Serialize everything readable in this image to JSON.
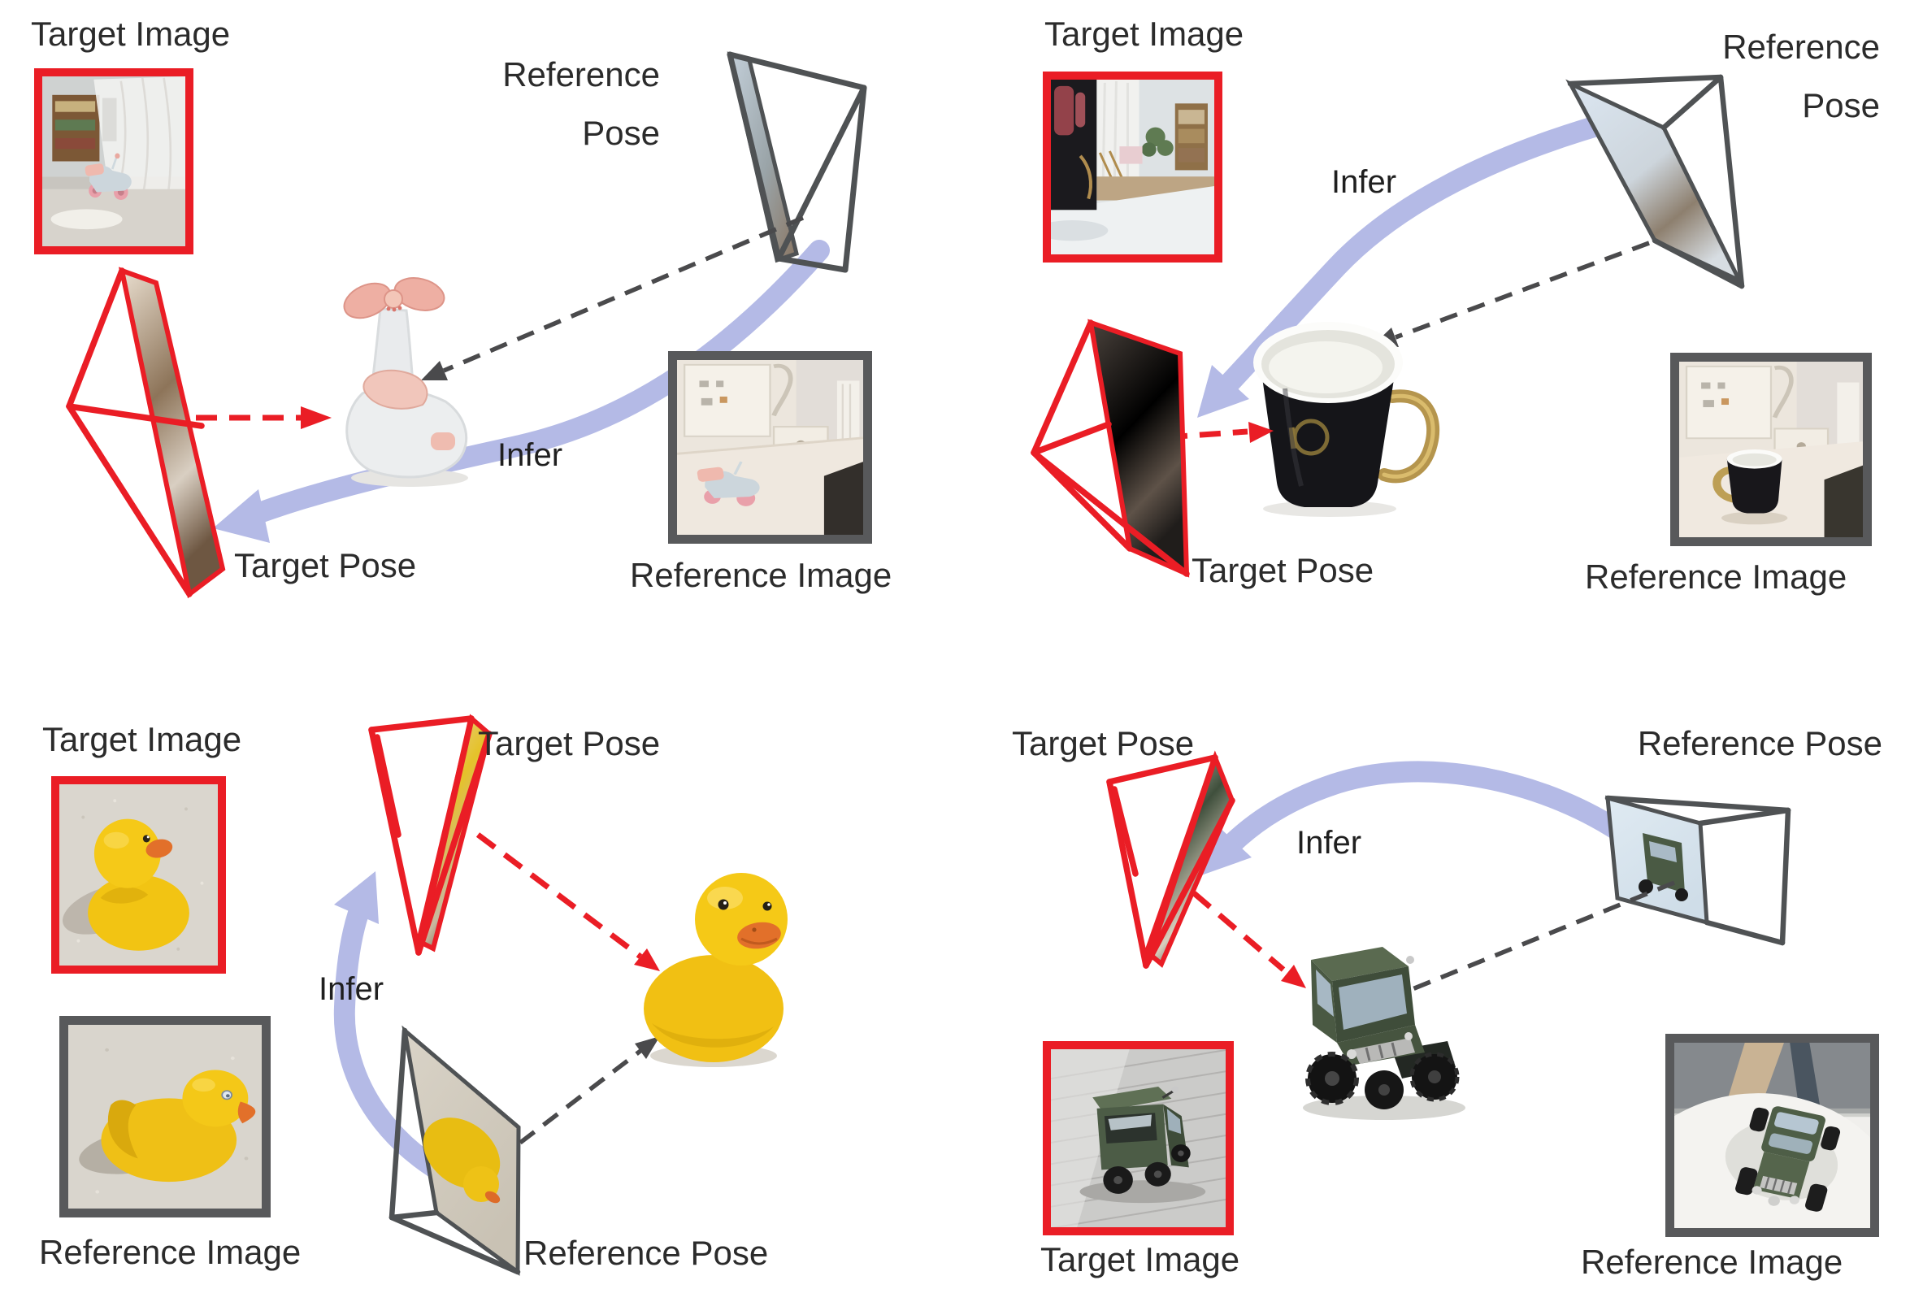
{
  "figure": {
    "type": "paper-figure",
    "topic": "relative camera pose inference between reference and target views",
    "panel_count": 4
  },
  "colors": {
    "target_red": "#ea1d25",
    "reference_gray": "#58595b",
    "frustum_gray": "#4f5254",
    "infer_arrow_blue": "#b4bae6",
    "label_text": "#2b2b2b"
  },
  "panels": [
    {
      "name": "toy-scooter",
      "object_icon": "toy-scooter",
      "labels": {
        "target_image": "Target Image",
        "reference_pose_line1": "Reference",
        "reference_pose_line2": "Pose",
        "infer": "Infer",
        "target_pose": "Target Pose",
        "reference_image": "Reference Image"
      }
    },
    {
      "name": "black-mug",
      "object_icon": "black-gold-mug",
      "labels": {
        "target_image": "Target Image",
        "reference_pose_line1": "Reference",
        "reference_pose_line2": "Pose",
        "infer": "Infer",
        "target_pose": "Target Pose",
        "reference_image": "Reference Image"
      }
    },
    {
      "name": "rubber-duck",
      "object_icon": "rubber-duck",
      "labels": {
        "target_image": "Target Image",
        "target_pose": "Target Pose",
        "infer": "Infer",
        "reference_image": "Reference Image",
        "reference_pose": "Reference Pose"
      }
    },
    {
      "name": "toy-tractor",
      "object_icon": "toy-tractor",
      "labels": {
        "target_pose": "Target Pose",
        "reference_pose": "Reference Pose",
        "infer": "Infer",
        "target_image": "Target Image",
        "reference_image": "Reference Image"
      }
    }
  ]
}
